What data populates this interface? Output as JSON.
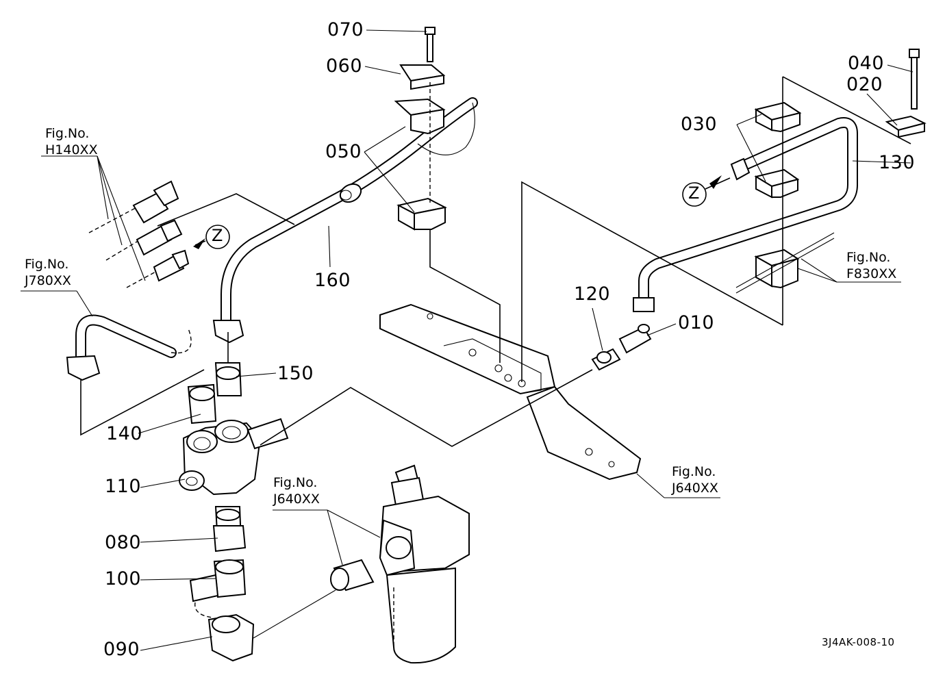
{
  "drawing_code": "3J4AK-008-10",
  "callouts": {
    "p010": "010",
    "p020": "020",
    "p030": "030",
    "p040": "040",
    "p050": "050",
    "p060": "060",
    "p070": "070",
    "p080": "080",
    "p090": "090",
    "p100": "100",
    "p110": "110",
    "p120": "120",
    "p130": "130",
    "p140": "140",
    "p150": "150",
    "p160": "160"
  },
  "view_markers": {
    "left": "Z",
    "right": "Z"
  },
  "figure_refs": {
    "h140": {
      "prefix": "Fig.No.",
      "code": "H140XX"
    },
    "j780": {
      "prefix": "Fig.No.",
      "code": "J780XX"
    },
    "f830": {
      "prefix": "Fig.No.",
      "code": "F830XX"
    },
    "j640_mid": {
      "prefix": "Fig.No.",
      "code": "J640XX"
    },
    "j640_right": {
      "prefix": "Fig.No.",
      "code": "J640XX"
    }
  }
}
